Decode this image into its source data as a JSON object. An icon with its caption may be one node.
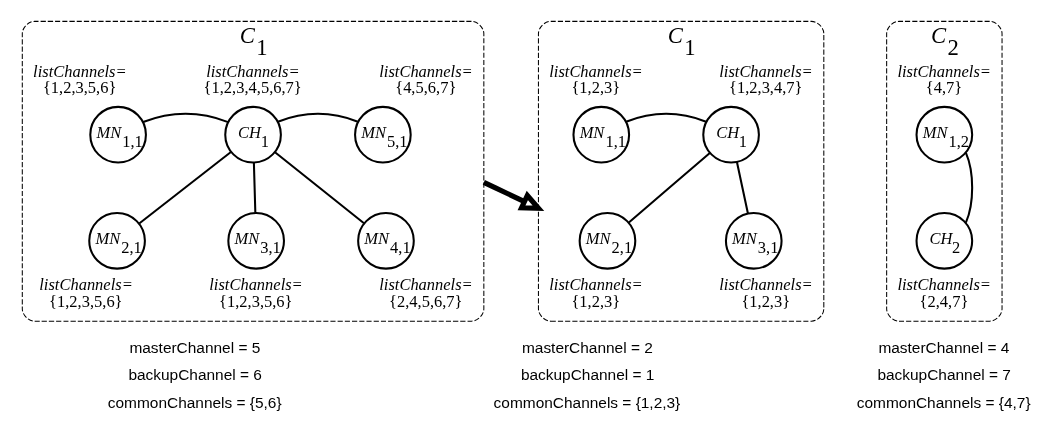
{
  "diagram": {
    "nodes": [
      {
        "text": [
          "*C*$_{1}$"
        ]
      },
      {
        "text": [
          "*MN*$_{1,1}$"
        ],
        "in": 0,
        "beside": [
          "*listChannels=* {1,2,3,5,6}"
        ]
      },
      {
        "text": [
          "*CH*$_{1}$"
        ],
        "in": 0,
        "beside": [
          "*listChannels=* {1,2,3,4,5,6,7}"
        ]
      },
      {
        "text": [
          "*MN*$_{5,1}$"
        ],
        "in": 0,
        "beside": [
          "*listChannels=* {4,5,6,7}"
        ]
      },
      {
        "text": [
          "*MN*$_{2,1}$"
        ],
        "in": 0,
        "beside": [
          "*listChannels=* {1,2,3,5,6}"
        ]
      },
      {
        "text": [
          "*MN*$_{3,1}$"
        ],
        "in": 0,
        "beside": [
          "*listChannels=* {1,2,3,5,6}"
        ]
      },
      {
        "text": [
          "*MN*$_{4,1}$"
        ],
        "in": 0,
        "beside": [
          "*listChannels=* {2,4,5,6,7}"
        ]
      },
      {
        "text": [
          "*C*$_{1}$"
        ]
      },
      {
        "text": [
          "*MN*$_{1,1}$"
        ],
        "in": 7,
        "beside": [
          "*listChannels=* {1,2,3}"
        ]
      },
      {
        "text": [
          "*CH*$_{1}$"
        ],
        "in": 7,
        "beside": [
          "*listChannels=* {1,2,3,4,7}"
        ]
      },
      {
        "text": [
          "*MN*$_{2,1}$"
        ],
        "in": 7,
        "beside": [
          "*listChannels=* {1,2,3}"
        ]
      },
      {
        "text": [
          "*MN*$_{3,1}$"
        ],
        "in": 7,
        "beside": [
          "*listChannels=* {1,2,3}"
        ]
      },
      {
        "text": [
          "*C*$_{2}$"
        ]
      },
      {
        "text": [
          "*MN*$_{1,2}$"
        ],
        "in": 12,
        "beside": [
          "*listChannels=* {4,7}"
        ]
      },
      {
        "text": [
          "*CH*$_{2}$"
        ],
        "in": 12,
        "beside": [
          "*listChannels=* {2,4,7}"
        ]
      }
    ],
    "edges": [
      {
        "from": 1,
        "to": 2,
        "arrow": "none"
      },
      {
        "from": 2,
        "to": 3,
        "arrow": "none"
      },
      {
        "from": 2,
        "to": 4,
        "arrow": "none"
      },
      {
        "from": 2,
        "to": 5,
        "arrow": "none"
      },
      {
        "from": 2,
        "to": 6,
        "arrow": "none"
      },
      {
        "from": 0,
        "to": 7,
        "arrow": "to",
        "style": "thick"
      },
      {
        "from": 8,
        "to": 9,
        "arrow": "none"
      },
      {
        "from": 9,
        "to": 10,
        "arrow": "none"
      },
      {
        "from": 9,
        "to": 11,
        "arrow": "none"
      },
      {
        "from": 13,
        "to": 14,
        "arrow": "none"
      }
    ],
    "labels": [
      "masterChannel = 5",
      "backupChannel = 6",
      "commonChannels = {5,6}",
      "masterChannel = 2",
      "backupChannel = 1",
      "commonChannels = {1,2,3}",
      "masterChannel = 4",
      "backupChannel = 7",
      "commonChannels = {4,7}"
    ]
  }
}
